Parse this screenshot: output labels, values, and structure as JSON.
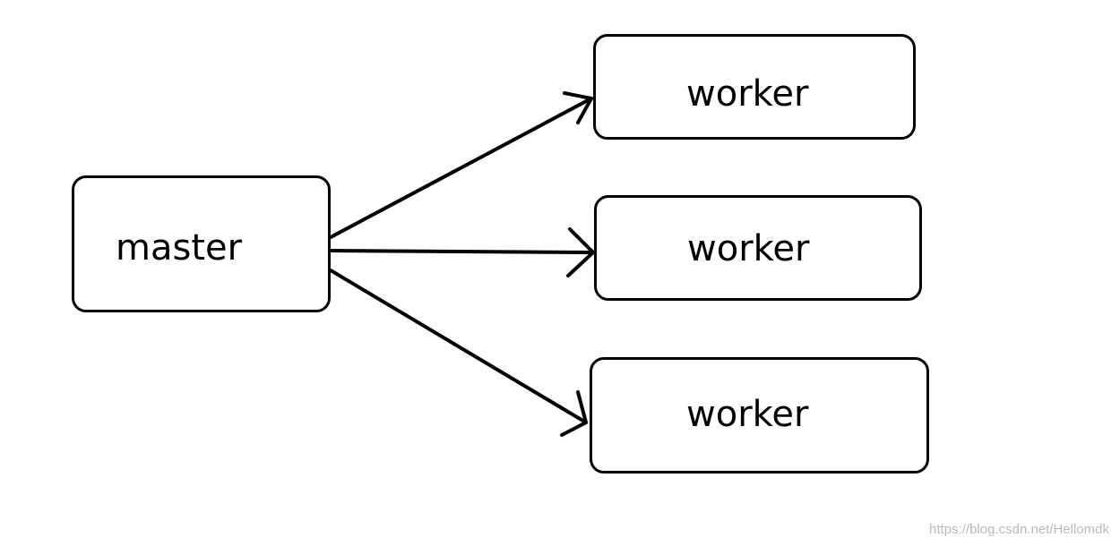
{
  "diagram": {
    "nodes": [
      {
        "id": "master",
        "label": "master"
      },
      {
        "id": "worker1",
        "label": "worker"
      },
      {
        "id": "worker2",
        "label": "worker"
      },
      {
        "id": "worker3",
        "label": "worker"
      }
    ],
    "edges": [
      {
        "from": "master",
        "to": "worker1"
      },
      {
        "from": "master",
        "to": "worker2"
      },
      {
        "from": "master",
        "to": "worker3"
      }
    ],
    "colors": {
      "stroke": "#000000",
      "background": "#ffffff",
      "watermark": "#b9b9b9"
    }
  },
  "watermark": "https://blog.csdn.net/Hellomdk"
}
